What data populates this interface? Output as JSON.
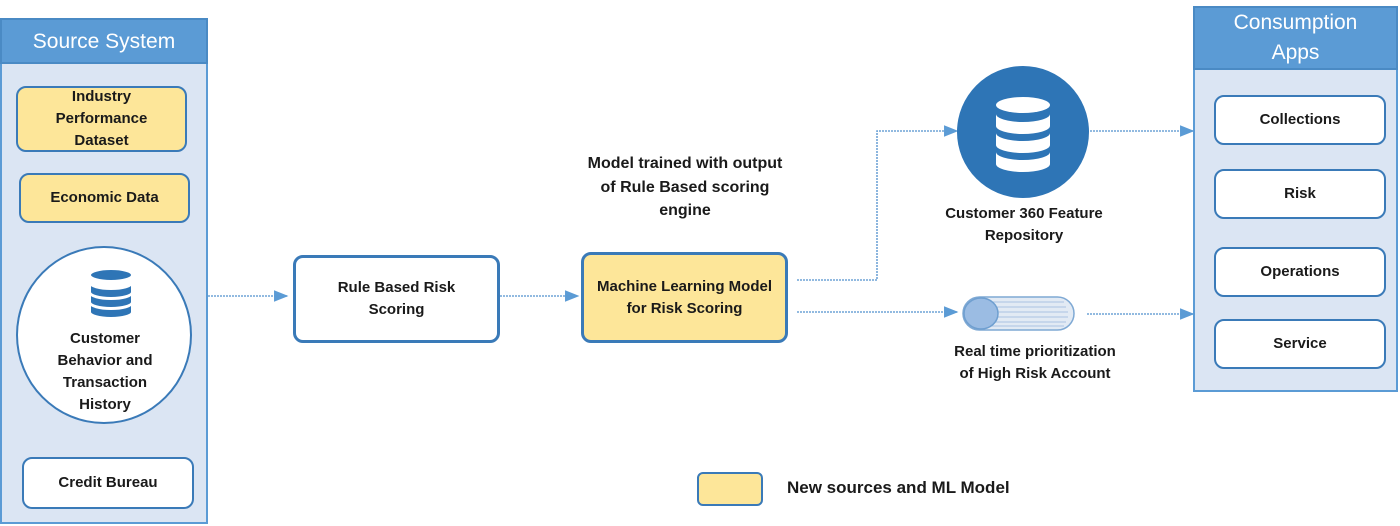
{
  "source_system": {
    "title": "Source System",
    "items": {
      "industry": "Industry Performance Dataset",
      "economic": "Economic Data",
      "customer": "Customer Behavior and Transaction History",
      "credit": "Credit Bureau"
    }
  },
  "process": {
    "rule_based": "Rule Based Risk Scoring",
    "ml_model": "Machine Learning Model for Risk Scoring",
    "ml_note": "Model trained with output of Rule Based scoring engine"
  },
  "outputs": {
    "feature_repo": "Customer 360 Feature Repository",
    "realtime": "Real time prioritization of High Risk Account"
  },
  "consumption": {
    "title": "Consumption Apps",
    "apps": [
      "Collections",
      "Risk",
      "Operations",
      "Service"
    ]
  },
  "legend": {
    "label": "New sources and ML Model",
    "swatch_color": "#fde699"
  },
  "colors": {
    "panel_header": "#5b9bd5",
    "panel_body": "#dbe5f3",
    "border": "#3a7ab8",
    "highlight": "#fde699",
    "database": "#2e75b6"
  },
  "icons": {
    "customer_db": "database-icon",
    "feature_db": "database-icon",
    "stream": "stream-cylinder-icon"
  }
}
